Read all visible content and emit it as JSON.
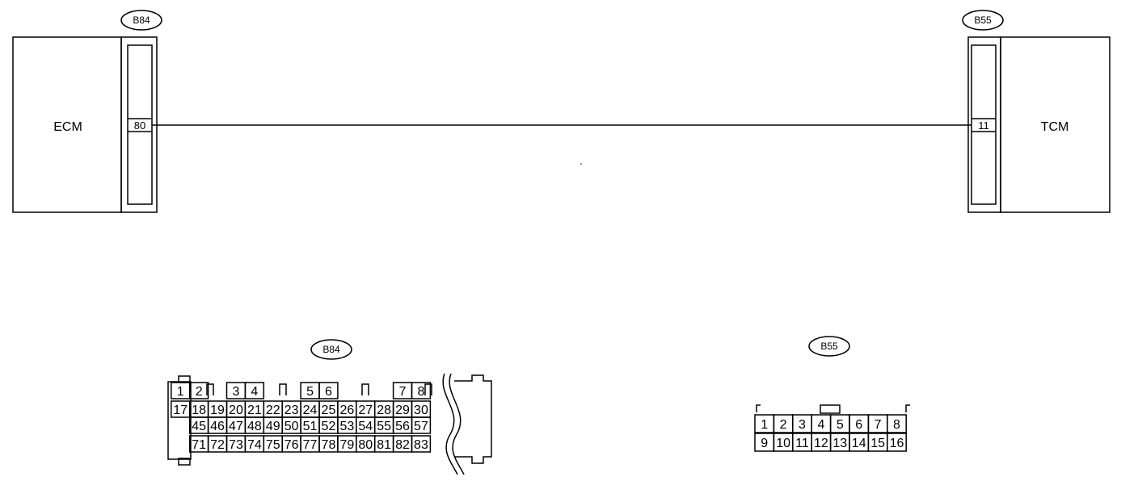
{
  "ecm": {
    "label": "ECM",
    "connector": "B84",
    "pin": "80"
  },
  "tcm": {
    "label": "TCM",
    "connector": "B55",
    "pin": "11"
  },
  "b84_face": {
    "label": "B84",
    "rows": [
      [
        "1",
        "2",
        "3",
        "4",
        "5",
        "6",
        "7",
        "8"
      ],
      [
        "17",
        "18",
        "19",
        "20",
        "21",
        "22",
        "23",
        "24",
        "25",
        "26",
        "27",
        "28",
        "29",
        "30"
      ],
      [
        "45",
        "46",
        "47",
        "48",
        "49",
        "50",
        "51",
        "52",
        "53",
        "54",
        "55",
        "56",
        "57"
      ],
      [
        "71",
        "72",
        "73",
        "74",
        "75",
        "76",
        "77",
        "78",
        "79",
        "80",
        "81",
        "82",
        "83"
      ]
    ]
  },
  "b55_face": {
    "label": "B55",
    "rows": [
      [
        "1",
        "2",
        "3",
        "4",
        "5",
        "6",
        "7",
        "8"
      ],
      [
        "9",
        "10",
        "11",
        "12",
        "13",
        "14",
        "15",
        "16"
      ]
    ]
  }
}
